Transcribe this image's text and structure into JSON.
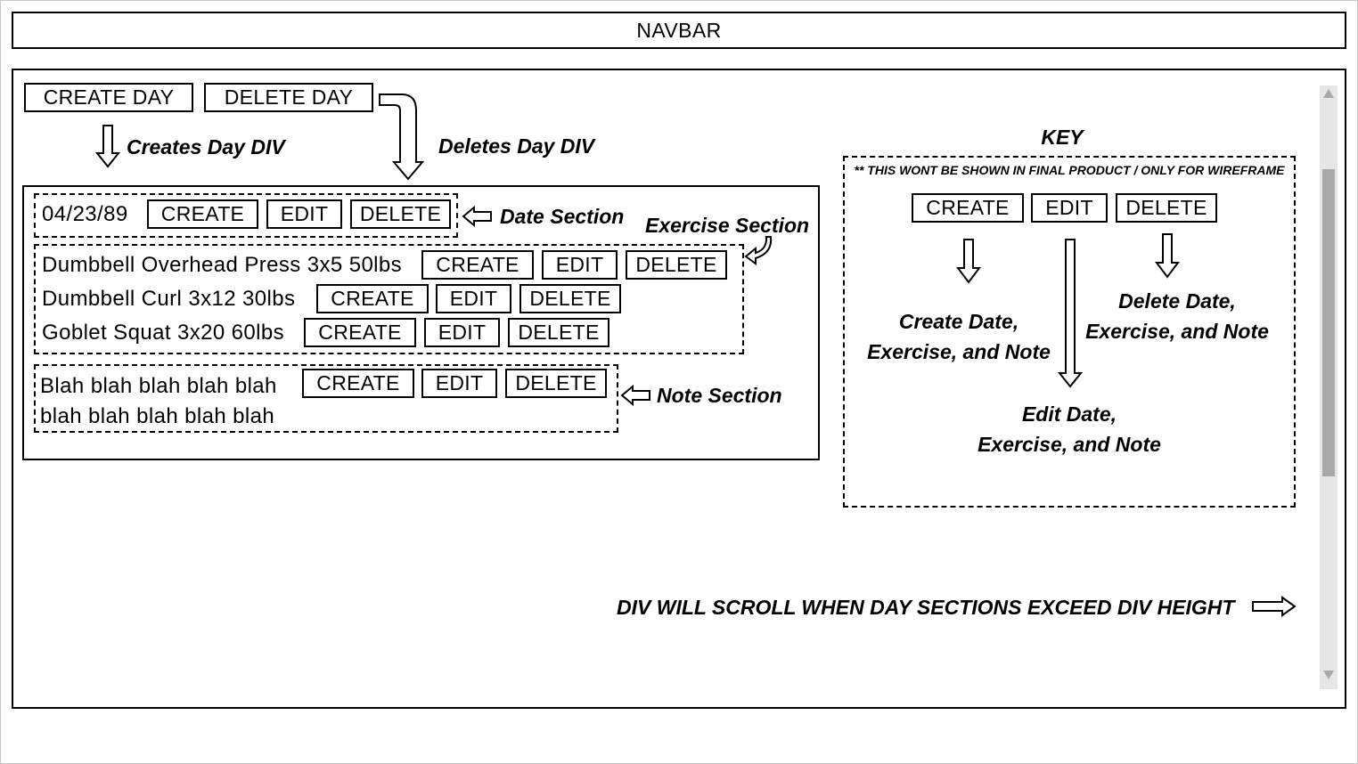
{
  "navbar": {
    "label": "NAVBAR"
  },
  "toolbar": {
    "create_day": "CREATE DAY",
    "delete_day": "DELETE DAY"
  },
  "annotations": {
    "creates_day": "Creates Day DIV",
    "deletes_day": "Deletes Day DIV",
    "date_section": "Date Section",
    "exercise_section": "Exercise Section",
    "note_section": "Note Section",
    "scroll_note": "DIV WILL SCROLL WHEN DAY SECTIONS EXCEED DIV HEIGHT"
  },
  "day": {
    "date": "04/23/89",
    "exercises": [
      {
        "name": "Dumbbell Overhead Press 3x5 50lbs"
      },
      {
        "name": "Dumbbell Curl 3x12 30lbs"
      },
      {
        "name": "Goblet Squat 3x20 60lbs"
      }
    ],
    "note_lines": [
      "Blah blah blah blah blah",
      "blah blah blah blah blah"
    ]
  },
  "actions": {
    "create": "CREATE",
    "edit": "EDIT",
    "delete": "DELETE"
  },
  "key": {
    "title": "KEY",
    "disclaimer": "** THIS WONT BE SHOWN IN FINAL PRODUCT / ONLY FOR WIREFRAME",
    "create_desc": [
      "Create Date,",
      "Exercise, and Note"
    ],
    "edit_desc": [
      "Edit Date,",
      "Exercise, and Note"
    ],
    "delete_desc": [
      "Delete Date,",
      "Exercise, and Note"
    ]
  }
}
